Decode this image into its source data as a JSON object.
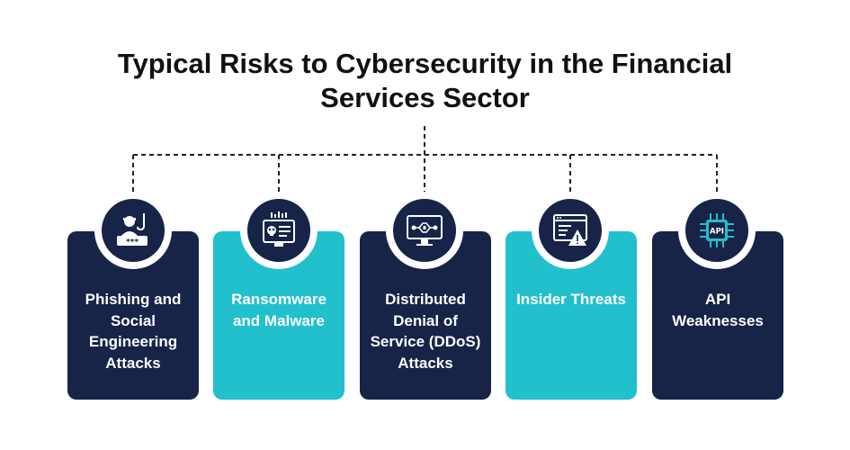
{
  "title": {
    "line1": "Typical Risks to Cybersecurity in the Financial",
    "line2": "Services Sector"
  },
  "colors": {
    "dark": "#172347",
    "light": "#22bfcd",
    "connector": "#222222"
  },
  "risks": [
    {
      "label": "Phishing and Social Engineering Attacks",
      "icon": "phishing-hacker-icon",
      "style": "dark"
    },
    {
      "label": "Ransomware and Malware",
      "icon": "ransomware-skull-icon",
      "style": "light"
    },
    {
      "label": "Distributed Denial of Service (DDoS) Attacks",
      "icon": "ddos-monitor-icon",
      "style": "dark"
    },
    {
      "label": "Insider Threats",
      "icon": "insider-warning-window-icon",
      "style": "light"
    },
    {
      "label": "API Weaknesses",
      "icon": "api-chip-icon",
      "style": "dark"
    }
  ]
}
